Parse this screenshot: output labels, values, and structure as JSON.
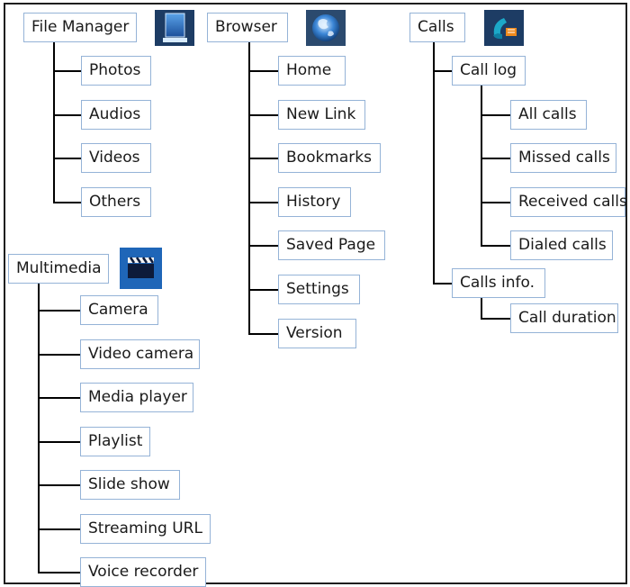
{
  "colors": {
    "node_border": "#95b3d7",
    "connector": "#000000"
  },
  "file_manager": {
    "label": "File Manager",
    "icon": "file-manager-icon",
    "children": [
      "Photos",
      "Audios",
      "Videos",
      "Others"
    ]
  },
  "multimedia": {
    "label": "Multimedia",
    "icon": "clapperboard-icon",
    "children": [
      "Camera",
      "Video camera",
      "Media player",
      "Playlist",
      "Slide show",
      "Streaming URL",
      "Voice recorder"
    ]
  },
  "browser": {
    "label": "Browser",
    "icon": "globe-icon",
    "children": [
      "Home",
      "New Link",
      "Bookmarks",
      "History",
      "Saved Page",
      "Settings",
      "Version"
    ]
  },
  "calls": {
    "label": "Calls",
    "icon": "phone-icon",
    "call_log": {
      "label": "Call log",
      "children": [
        "All calls",
        "Missed calls",
        "Received calls",
        "Dialed calls"
      ]
    },
    "calls_info": {
      "label": "Calls info.",
      "children": [
        "Call duration"
      ]
    }
  }
}
